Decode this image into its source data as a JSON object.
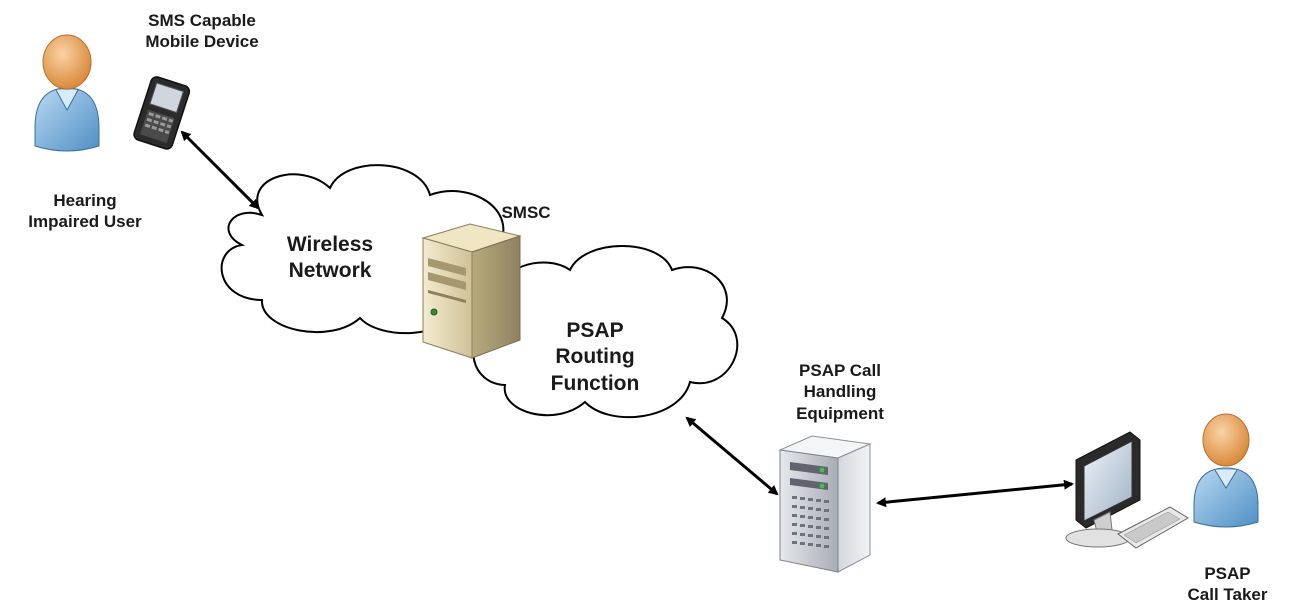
{
  "labels": {
    "sms_device": "SMS Capable\nMobile Device",
    "hearing_user": "Hearing\nImpaired User",
    "smsc": "SMSC",
    "wireless_network": "Wireless\nNetwork",
    "psap_routing": "PSAP\nRouting\nFunction",
    "psap_equipment": "PSAP Call\nHandling\nEquipment",
    "call_taker": "PSAP\nCall Taker"
  },
  "colors": {
    "person_body": "#7fb3dc",
    "person_head": "#e9a25e",
    "cloud_stroke": "#000000",
    "cloud_fill": "#ffffff",
    "smsc_case": "#e8dcb0",
    "equipment_case": "#c9ccd2",
    "arrow": "#000000"
  },
  "icons": [
    "person-icon",
    "mobile-phone-icon",
    "cloud-icon",
    "server-icon",
    "tower-server-icon",
    "monitor-icon",
    "keyboard-icon"
  ]
}
